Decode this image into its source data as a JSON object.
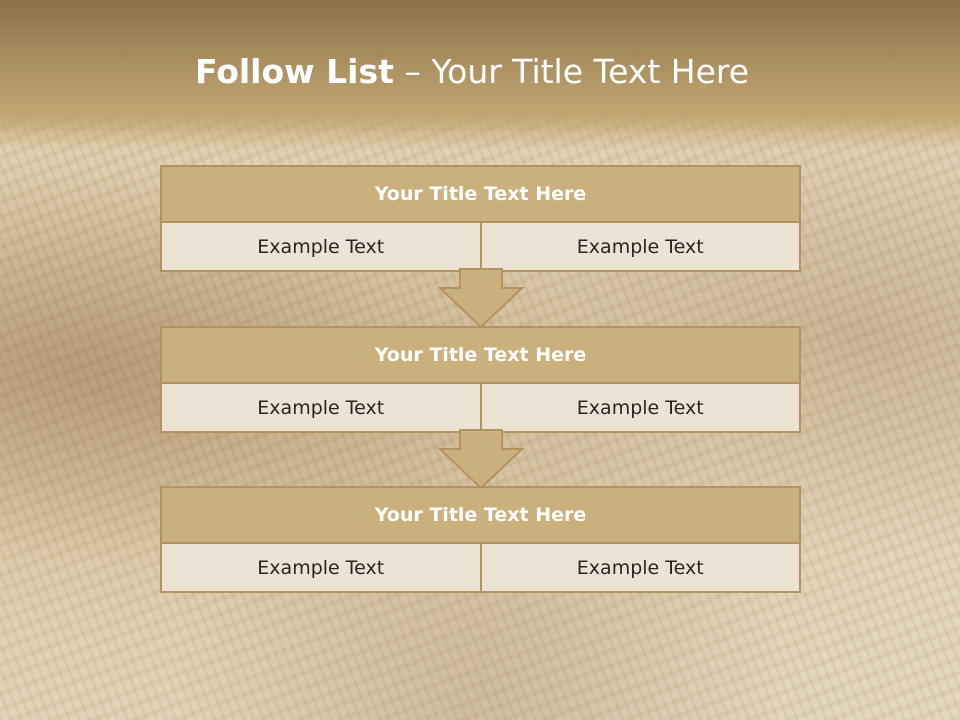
{
  "slide": {
    "title_bold": "Follow List",
    "title_rest": " – Your Title Text Here"
  },
  "blocks": [
    {
      "title": "Your Title Text Here",
      "left_text": "Example Text",
      "right_text": "Example Text"
    },
    {
      "title": "Your Title Text Here",
      "left_text": "Example Text",
      "right_text": "Example Text"
    },
    {
      "title": "Your Title Text Here",
      "left_text": "Example Text",
      "right_text": "Example Text"
    }
  ],
  "colors": {
    "header": "#ad9262",
    "block_title_fill": "#c9b07c",
    "block_border": "#b19460",
    "block_row_fill": "#ece3d4"
  },
  "icons": [
    "down-arrow-icon",
    "down-arrow-icon"
  ]
}
